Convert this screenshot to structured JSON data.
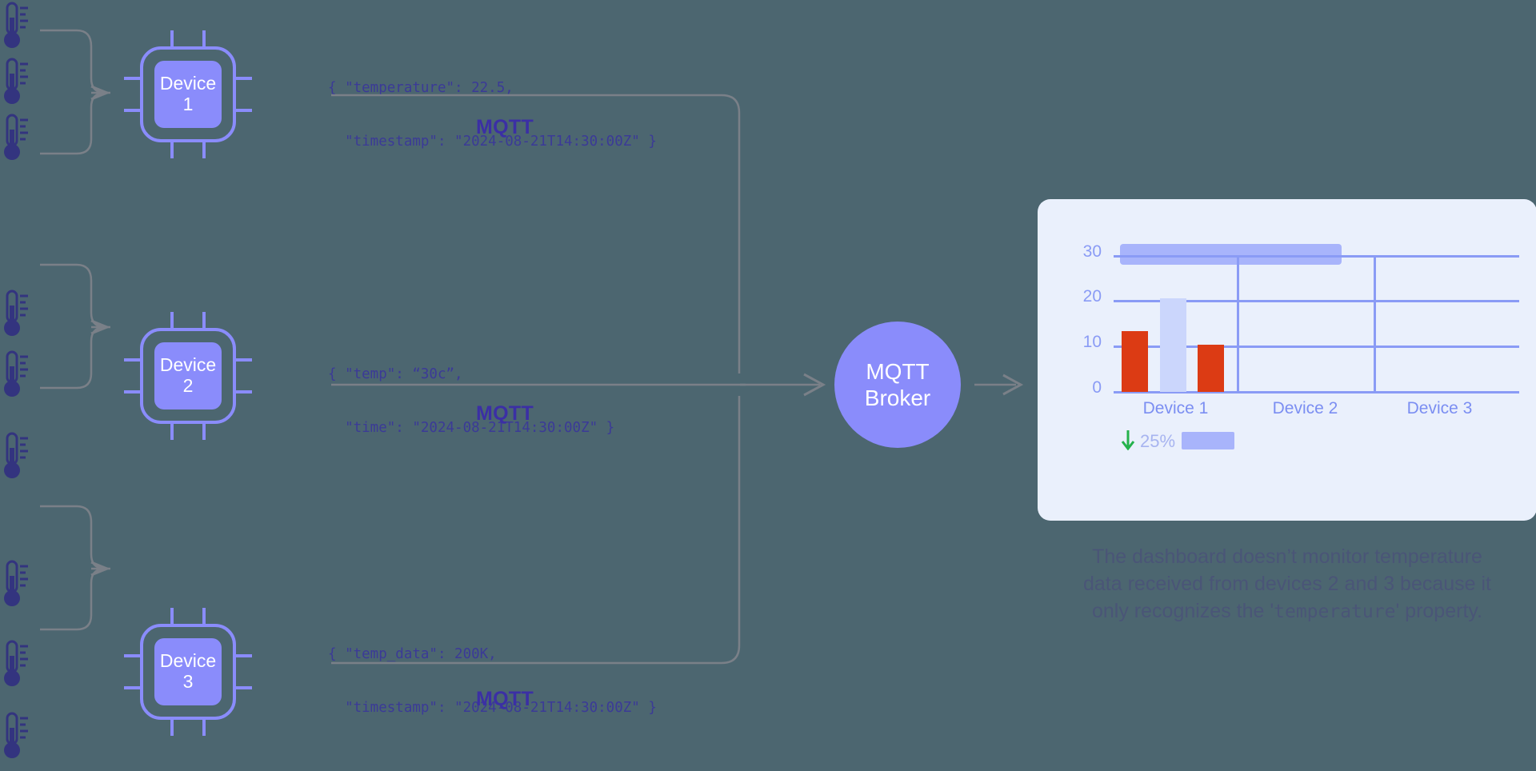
{
  "background_color": "#4c6670",
  "palette": {
    "device_blue": "#8a8cfb",
    "card_bg": "#eaf0fc",
    "grid_blue": "#8a9bf5",
    "bar_red": "#dc3b14",
    "bar_blue": "#cbd6fc",
    "text_indigo": "#3b3a97",
    "mqtt_label": "#3b2fa5",
    "connector_gray": "#7a8088",
    "arrow_green": "#24b24c",
    "caption": "#4a4f7a"
  },
  "sensors": {
    "icon": "thermometer-icon",
    "groups": [
      {
        "id": "group-1",
        "count": 3
      },
      {
        "id": "group-2",
        "count": 3
      },
      {
        "id": "group-3",
        "count": 3
      }
    ]
  },
  "devices": [
    {
      "id": "device-1",
      "name_line1": "Device",
      "name_line2": "1",
      "payload_line1": "{ \"temperature\": 22.5,",
      "payload_line2": "  \"timestamp\": \"2024-08-21T14:30:00Z\" }",
      "protocol_label": "MQTT"
    },
    {
      "id": "device-2",
      "name_line1": "Device",
      "name_line2": "2",
      "payload_line1": "{ \"temp\": “30c”,",
      "payload_line2": "  \"time\": \"2024-08-21T14:30:00Z\" }",
      "protocol_label": "MQTT"
    },
    {
      "id": "device-3",
      "name_line1": "Device",
      "name_line2": "3",
      "payload_line1": "{ \"temp_data\": 200K,",
      "payload_line2": "  \"timestamp\": \"2024-08-21T14:30:00Z\" }",
      "protocol_label": "MQTT"
    }
  ],
  "broker": {
    "label_line1": "MQTT",
    "label_line2": "Broker"
  },
  "dashboard": {
    "title_placeholder": "",
    "legend": {
      "trend_icon": "arrow-down-icon",
      "trend_value": "25%"
    },
    "caption_line1": "The dashboard doesn’t monitor temperature",
    "caption_line2": "data received from devices 2 and 3 because it",
    "caption_line3_pre": "only recognizes the '",
    "caption_line3_mono": "temperature",
    "caption_line3_post": "' property."
  },
  "chart_data": {
    "type": "bar",
    "title": "",
    "categories": [
      "Device 1",
      "Device 2",
      "Device 3"
    ],
    "series": [
      {
        "name": "reading-a",
        "color": "#dc3b14",
        "values": [
          16,
          null,
          null
        ]
      },
      {
        "name": "reading-b",
        "color": "#cbd6fc",
        "values": [
          21,
          null,
          null
        ]
      },
      {
        "name": "reading-c",
        "color": "#dc3b14",
        "values": [
          13.5,
          null,
          null
        ]
      }
    ],
    "yticks": [
      0,
      10,
      20,
      30
    ],
    "ylim": [
      0,
      32
    ],
    "xlabel": "",
    "ylabel": "",
    "grid": true,
    "legend_position": "bottom-left"
  }
}
